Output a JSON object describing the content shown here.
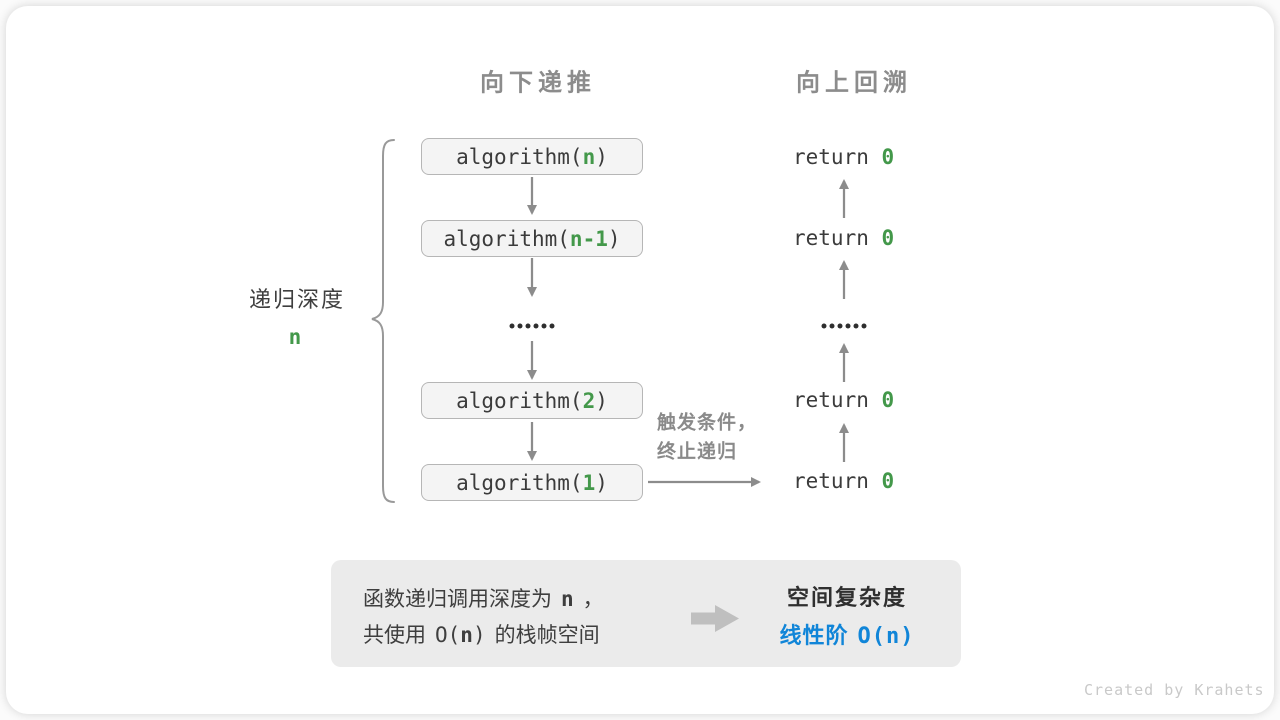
{
  "headers": {
    "descend": "向下递推",
    "backtrack": "向上回溯"
  },
  "depth_label": {
    "text": "递归深度",
    "symbol": "n"
  },
  "stack": {
    "boxes": [
      {
        "pre": "algorithm(",
        "arg": "n",
        "post": ")"
      },
      {
        "pre": "algorithm(",
        "arg": "n-1",
        "post": ")"
      },
      {
        "pre": "algorithm(",
        "arg": "2",
        "post": ")"
      },
      {
        "pre": "algorithm(",
        "arg": "1",
        "post": ")"
      }
    ],
    "ellipsis_icon": "six-dots"
  },
  "returns": {
    "keyword": "return ",
    "value": "0",
    "ellipsis_icon": "six-dots"
  },
  "trigger_note": {
    "line1": "触发条件，",
    "line2": "终止递归"
  },
  "summary": {
    "line1_prefix": "函数递归调用深度为",
    "line1_var": "n",
    "line1_suffix": "，",
    "line2_prefix": "共使用",
    "line2_o": "O(",
    "line2_var": "n",
    "line2_close": ")",
    "line2_suffix": "的栈帧空间",
    "flow_arrow_icon": "right-block-arrow",
    "result_title": "空间复杂度",
    "result_prefix": "线性阶",
    "result_o": "O(",
    "result_var": "n",
    "result_close": ")"
  },
  "watermark": "Created by Krahets",
  "colors": {
    "accent_green": "#43984a",
    "accent_blue": "#1085d8",
    "heading_gray": "#8c8c8c",
    "box_bg": "#f4f4f4",
    "box_border": "#b6b6b6",
    "panel_bg": "#ebebeb",
    "arrow_gray": "#8c8c8c"
  }
}
